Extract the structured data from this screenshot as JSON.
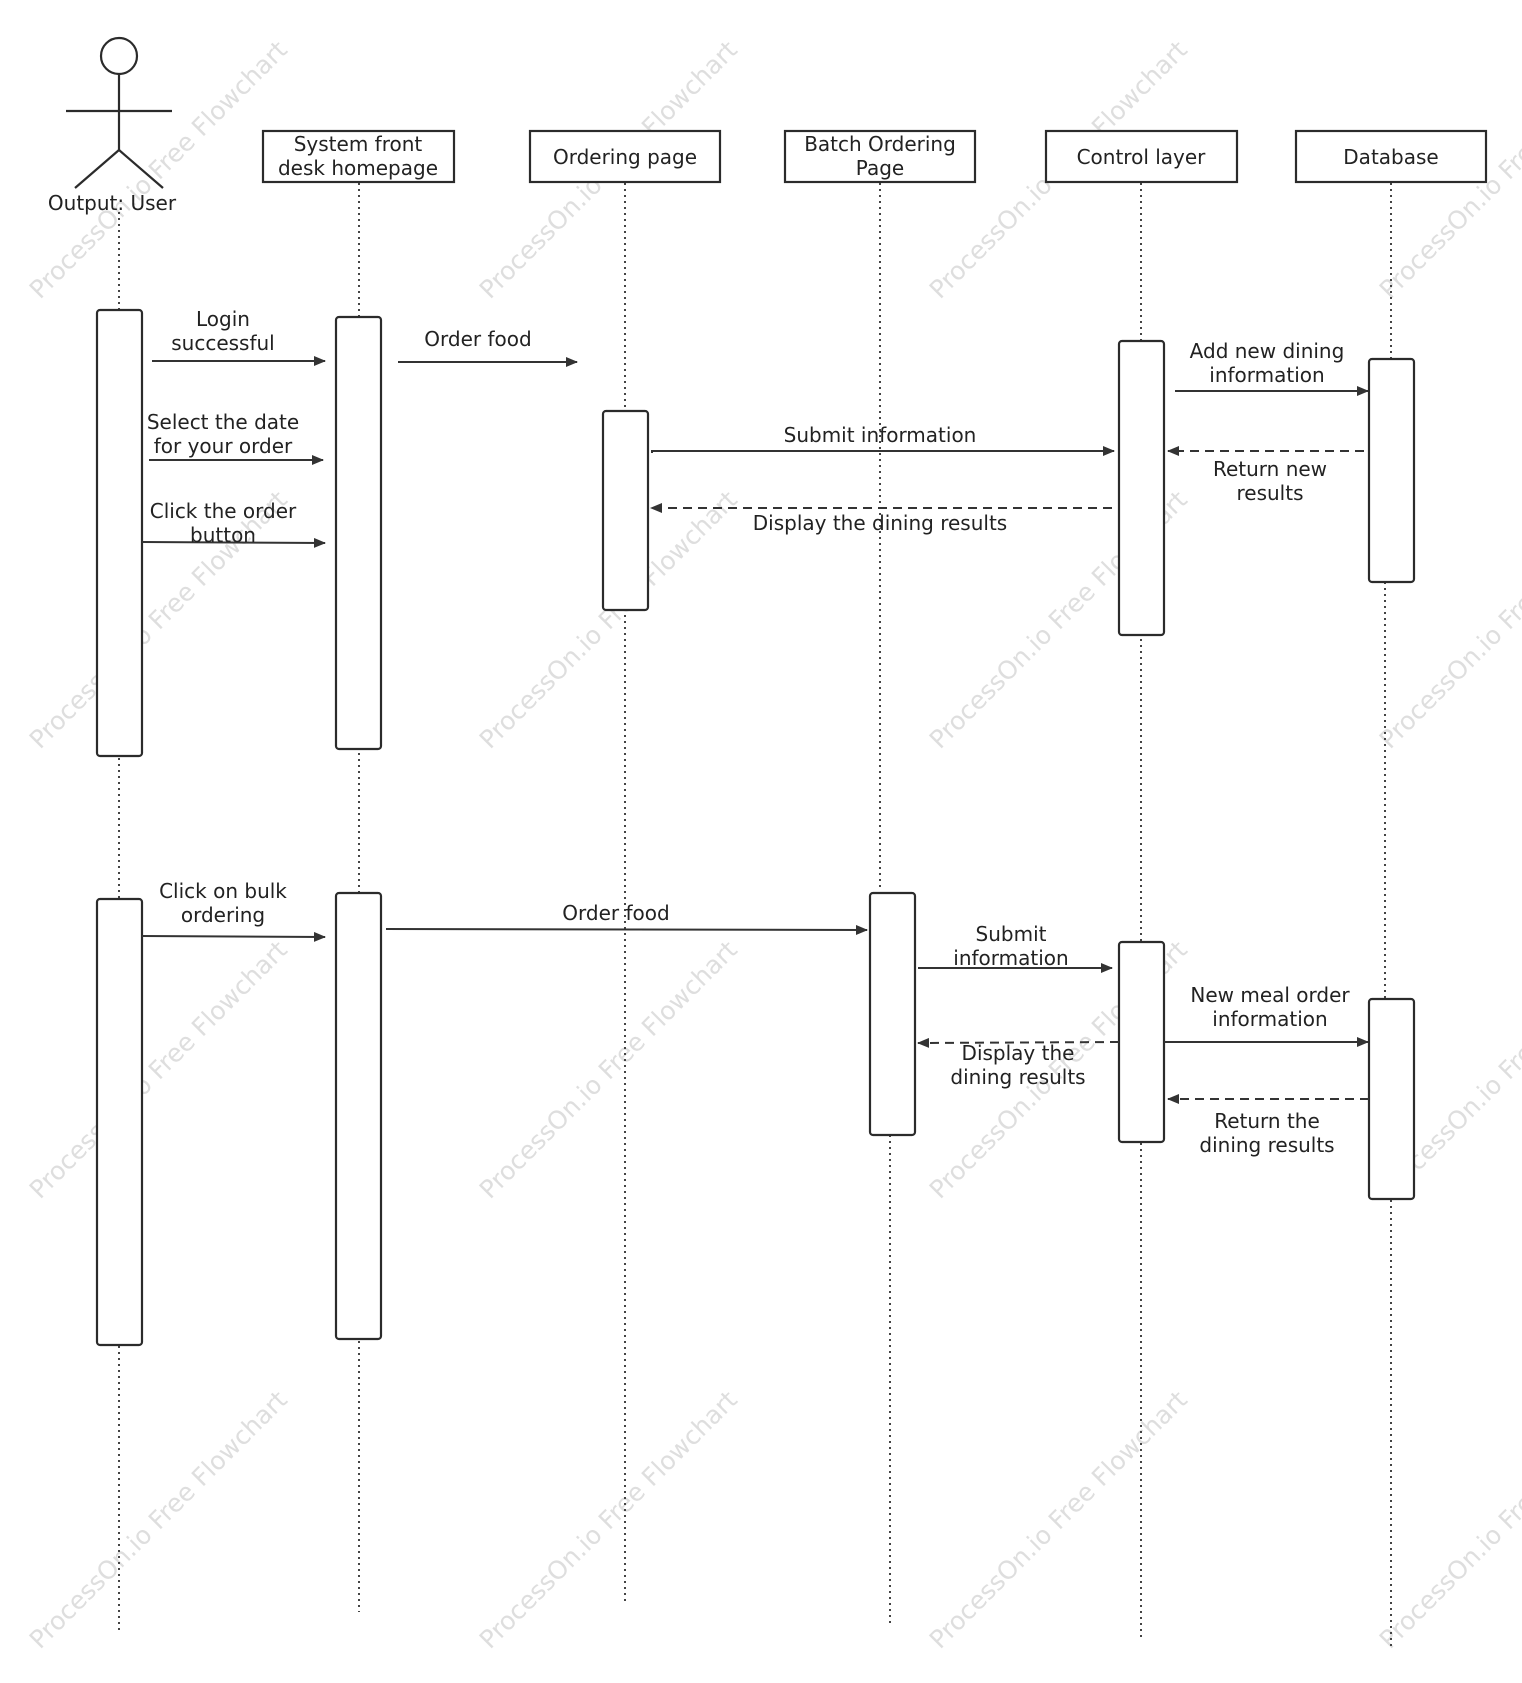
{
  "watermark_text": "ProcessOn.io Free Flowchart",
  "actor": {
    "label": "Output: User"
  },
  "participants": [
    {
      "id": "frontdesk",
      "lines": [
        "System front",
        "desk homepage"
      ]
    },
    {
      "id": "ordering",
      "lines": [
        "Ordering page"
      ]
    },
    {
      "id": "batch",
      "lines": [
        "Batch Ordering",
        "Page"
      ]
    },
    {
      "id": "control",
      "lines": [
        "Control layer"
      ]
    },
    {
      "id": "database",
      "lines": [
        "Database"
      ]
    }
  ],
  "messages": [
    {
      "id": "login-successful",
      "from": "user",
      "to": "frontdesk",
      "type": "call",
      "lines": [
        "Login",
        "successful"
      ]
    },
    {
      "id": "order-food-1",
      "from": "frontdesk",
      "to": "ordering",
      "type": "call",
      "lines": [
        "Order food"
      ]
    },
    {
      "id": "select-date",
      "from": "user",
      "to": "frontdesk",
      "type": "call",
      "lines": [
        "Select the date",
        "for your order"
      ]
    },
    {
      "id": "click-order-button",
      "from": "user",
      "to": "frontdesk",
      "type": "call",
      "lines": [
        "Click the order",
        "button"
      ]
    },
    {
      "id": "add-new-dining-info",
      "from": "control",
      "to": "database",
      "type": "call",
      "lines": [
        "Add new dining",
        "information"
      ]
    },
    {
      "id": "submit-information-1",
      "from": "ordering",
      "to": "control",
      "type": "call",
      "lines": [
        "Submit information"
      ]
    },
    {
      "id": "return-new-results",
      "from": "database",
      "to": "control",
      "type": "return",
      "lines": [
        "Return new",
        "results"
      ]
    },
    {
      "id": "display-dining-results-1",
      "from": "control",
      "to": "ordering",
      "type": "return",
      "lines": [
        "Display the dining results"
      ]
    },
    {
      "id": "click-bulk-ordering",
      "from": "user",
      "to": "frontdesk",
      "type": "call",
      "lines": [
        "Click on bulk",
        "ordering"
      ]
    },
    {
      "id": "order-food-2",
      "from": "frontdesk",
      "to": "batch",
      "type": "call",
      "lines": [
        "Order food"
      ]
    },
    {
      "id": "submit-information-2",
      "from": "batch",
      "to": "control",
      "type": "call",
      "lines": [
        "Submit",
        "information"
      ]
    },
    {
      "id": "new-meal-order-info",
      "from": "control",
      "to": "database",
      "type": "call",
      "lines": [
        "New meal order",
        "information"
      ]
    },
    {
      "id": "display-dining-results-2",
      "from": "control",
      "to": "batch",
      "type": "return",
      "lines": [
        "Display the",
        "dining results"
      ]
    },
    {
      "id": "return-dining-results",
      "from": "database",
      "to": "control",
      "type": "return",
      "lines": [
        "Return the",
        "dining results"
      ]
    }
  ]
}
